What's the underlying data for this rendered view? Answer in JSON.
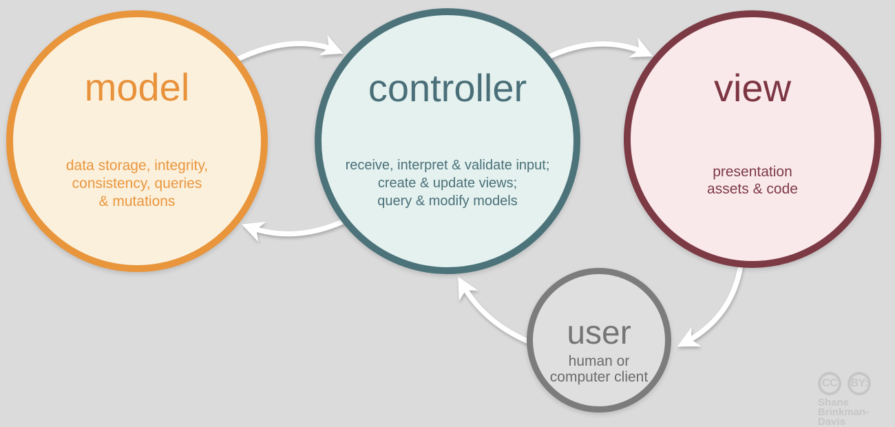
{
  "diagram": {
    "type": "mvc-cycle-diagram",
    "background_color": "#dbdbdb",
    "arrow_color": "#ffffff",
    "nodes": [
      {
        "id": "model",
        "label": "model",
        "desc_lines": [
          "data storage, integrity,",
          "consistency, queries",
          "& mutations"
        ],
        "border_color": "#e8953c",
        "fill_color": "#fbf0db",
        "text_color": "#e8923b"
      },
      {
        "id": "controller",
        "label": "controller",
        "desc_lines": [
          "receive, interpret & validate input;",
          "create & update views;",
          "query & modify models"
        ],
        "border_color": "#4c737a",
        "fill_color": "#e4f1ef",
        "text_color": "#4a6f78"
      },
      {
        "id": "view",
        "label": "view",
        "desc_lines": [
          "presentation",
          "assets & code"
        ],
        "border_color": "#7c3a44",
        "fill_color": "#fae9eb",
        "text_color": "#7c3642"
      },
      {
        "id": "user",
        "label": "user",
        "desc_lines": [
          "human or",
          "computer client"
        ],
        "border_color": "#7c7c7c",
        "fill_color": "#dfdfdf",
        "text_color": "#757575"
      }
    ],
    "edges": [
      {
        "from": "model",
        "to": "controller"
      },
      {
        "from": "controller",
        "to": "view"
      },
      {
        "from": "controller",
        "to": "model"
      },
      {
        "from": "user",
        "to": "controller"
      },
      {
        "from": "view",
        "to": "user"
      }
    ]
  },
  "credit": {
    "badges": [
      "CC",
      "BY:"
    ],
    "name_line1": "Shane",
    "name_line2": "Brinkman-Davis",
    "color": "#c6c6c6"
  }
}
